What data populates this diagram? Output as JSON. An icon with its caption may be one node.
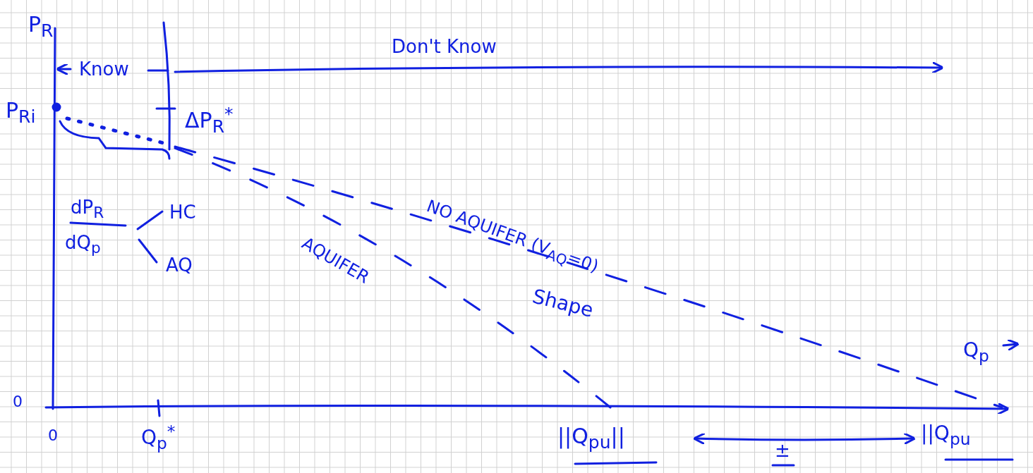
{
  "diagram": {
    "labels": [
      "P$_{R}$",
      "Know",
      "Don't Know",
      "P$_{Ri}$",
      "ΔP$_{R}$$^{*}$",
      "dP$_{R}$",
      "dQ$_{p}$",
      "HC",
      "NO AQUIFER (V$_{AQ}$=0)",
      "AQ",
      "AQUIFER",
      "Shape",
      "Q$_{p}$",
      "0",
      "0",
      "Q$_{p}$$^{*}$",
      "||Q$_{pu}$||",
      "±",
      "||Q$_{pu}$"
    ]
  }
}
